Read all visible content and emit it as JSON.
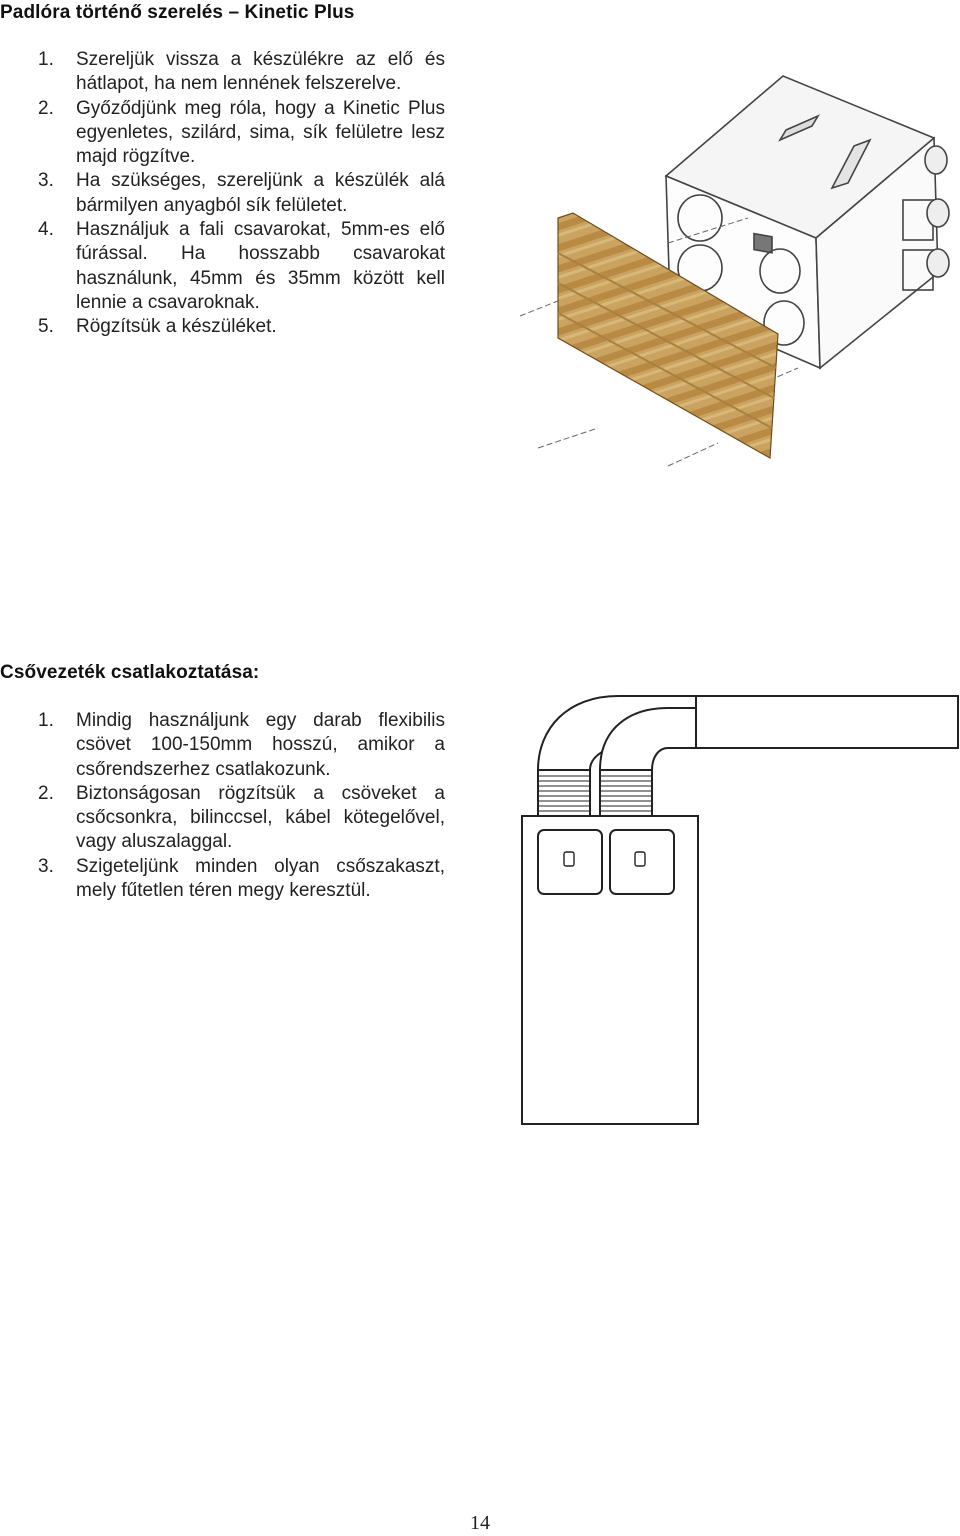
{
  "section1": {
    "title": "Padlóra történő szerelés – Kinetic Plus",
    "steps": [
      {
        "num": "1.",
        "text": "Szereljük vissza a készülékre az elő és hátlapot, ha nem lennének felszerelve."
      },
      {
        "num": "2.",
        "text": "Győződjünk meg róla, hogy a Kinetic Plus egyenletes, szilárd, sima, sík felületre lesz majd rögzítve."
      },
      {
        "num": "3.",
        "text": "Ha szükséges, szereljünk a készülék alá bármilyen anyagból sík felületet."
      },
      {
        "num": "4.",
        "text": "Használjuk a fali csavarokat, 5mm-es elő fúrással. Ha hosszabb csavarokat használunk, 45mm és 35mm között kell lennie a csavaroknak."
      },
      {
        "num": "5.",
        "text": "Rögzítsük a készüléket."
      }
    ]
  },
  "section2": {
    "title": "Csővezeték csatlakoztatása:",
    "steps": [
      {
        "num": "1.",
        "text": "Mindig használjunk egy darab flexibilis csövet 100-150mm hosszú, amikor a csőrendszerhez csatlakozunk."
      },
      {
        "num": "2.",
        "text": "Biztonságosan rögzítsük a csöveket a csőcsonkra, bilinccsel, kábel kötegelővel, vagy aluszalaggal."
      },
      {
        "num": "3.",
        "text": "Szigeteljünk minden olyan csőszakaszt, mely fűtetlen téren megy keresztül."
      }
    ]
  },
  "page_number": "14",
  "colors": {
    "text": "#111111",
    "panel_wood": "#c8a15c",
    "panel_stripe": "#a77a36",
    "line": "#333333"
  }
}
